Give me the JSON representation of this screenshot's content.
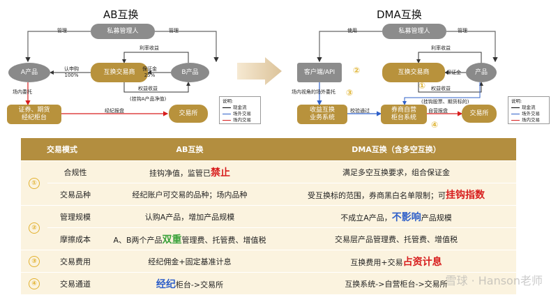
{
  "ab": {
    "title": "AB互换",
    "manager": "私募管理人",
    "a_product": "A产品",
    "b_product": "B产品",
    "exchange": "互换交易商",
    "broker": "证券、期货\n经纪柜台",
    "market": "交易所",
    "lbl_manage_left": "管理",
    "lbl_manage_right": "管理",
    "lbl_rate": "利率收益",
    "lbl_subscribe": "认申购\n100%",
    "lbl_margin": "保证金\n25%",
    "lbl_rights": "权益收益",
    "lbl_rights_sub": "(挂钩A产品净值)",
    "lbl_otc_order": "场内委托",
    "lbl_broker_order": "经纪报盘"
  },
  "dma": {
    "title": "DMA互换",
    "manager": "私募管理人",
    "client_api": "客户端/API",
    "exchange": "互换交易商",
    "product": "产品",
    "swap_system": "收益互换\n业务系统",
    "self_counter": "券商自营\n柜台系统",
    "market": "交易所",
    "lbl_use": "使用",
    "lbl_manage": "管理",
    "lbl_rate": "利率收益",
    "lbl_margin": "保证金",
    "lbl_rights": "权益收益",
    "lbl_rights_sub": "(挂钩股票、期货标的)",
    "lbl_view_order": "场内视角的场外委托",
    "lbl_verify": "校验通过",
    "lbl_self_order": "自营报盘",
    "n1": "①",
    "n2": "②",
    "n3": "③",
    "n4": "④"
  },
  "legend": {
    "title": "说明:",
    "items": [
      "现金流",
      "场外交易",
      "场内交易"
    ],
    "colors": [
      "#000000",
      "#2f60c9",
      "#d71d1d"
    ]
  },
  "table": {
    "headers": [
      "交易模式",
      "AB互换",
      "DMA互换（含多空互换）"
    ],
    "rows": [
      {
        "num": "①",
        "item": "合规性",
        "ab": [
          "挂钩净值，监管已",
          "禁止",
          ""
        ],
        "dma": [
          "满足多空互换要求，组合保证金",
          "",
          ""
        ]
      },
      {
        "num": "",
        "item": "交易品种",
        "ab": [
          "经纪账户可交易的品种；场内品种",
          "",
          ""
        ],
        "dma": [
          "受互换标的范围，券商黑白名单限制；可",
          "挂钩指数",
          ""
        ]
      },
      {
        "num": "②",
        "item": "管理规模",
        "ab": [
          "认购A产品，增加产品规模",
          "",
          ""
        ],
        "dma": [
          "不成立A产品，",
          "不影响",
          "产品规模"
        ]
      },
      {
        "num": "",
        "item": "摩擦成本",
        "ab": [
          "A、B两个产品",
          "双重",
          "管理费、托管费、增值税"
        ],
        "dma": [
          "交易层产品管理费、托管费、增值税",
          "",
          ""
        ]
      },
      {
        "num": "③",
        "item": "交易费用",
        "ab": [
          "经纪佣金+固定基准计息",
          "",
          ""
        ],
        "dma": [
          "互换费用+交易",
          "占资计息",
          ""
        ]
      },
      {
        "num": "④",
        "item": "交易通道",
        "ab": [
          "",
          "经纪",
          "柜台->交易所"
        ],
        "dma": [
          "互换系统->自营柜台->交易所",
          "",
          ""
        ]
      }
    ]
  },
  "watermark": "雪球 · Hanson老师"
}
